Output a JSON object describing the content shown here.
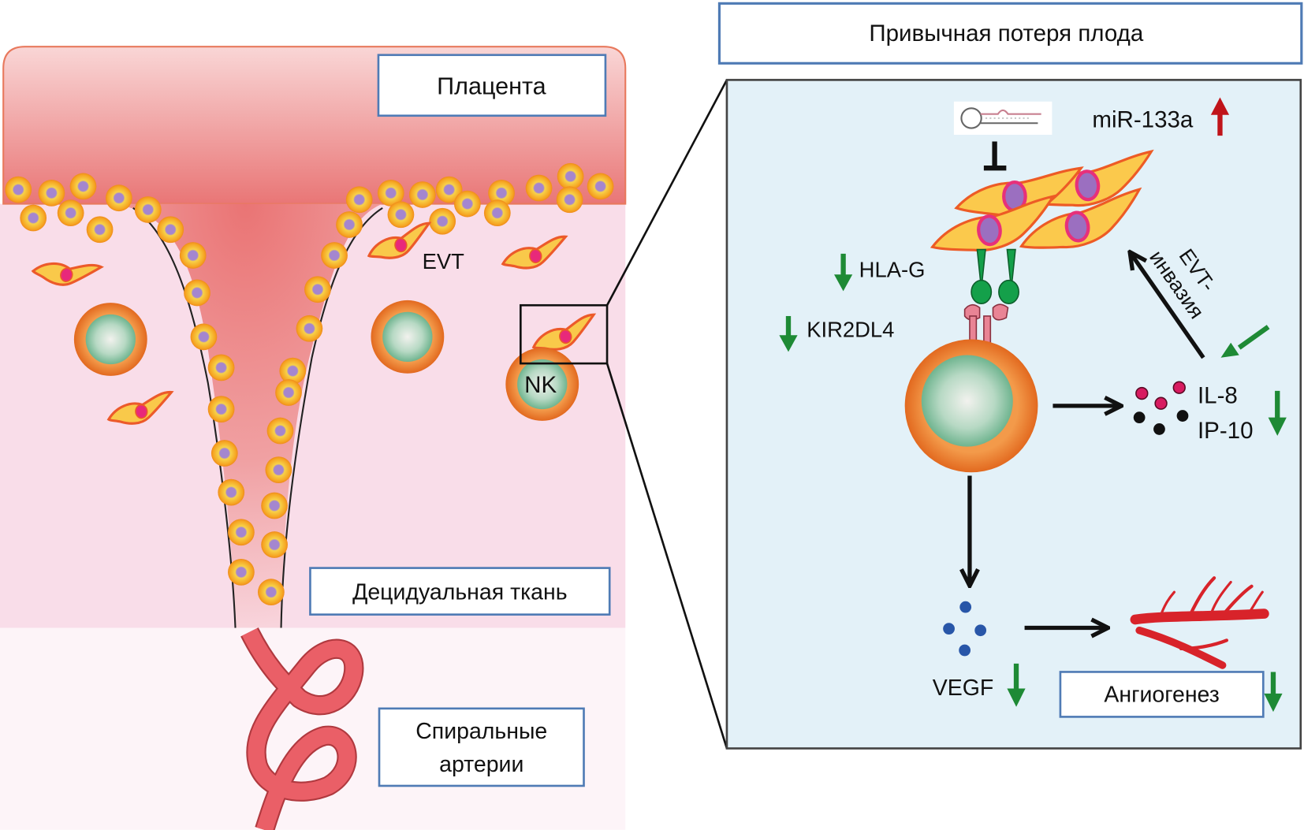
{
  "title": "Привычная потеря плода",
  "left_panel": {
    "placenta_label": "Плацента",
    "decidua_label": "Децидуальная ткань",
    "spiral_arteries_label": [
      "Спиральные",
      "артерии"
    ],
    "evt_label": "EVT",
    "nk_label": "NK"
  },
  "right_panel": {
    "mirna_label": "miR-133a",
    "mirna_trend": "up",
    "hla_g_label": "HLA-G",
    "hla_g_trend": "down",
    "kir_label": "KIR2DL4",
    "kir_trend": "down",
    "evt_invasion_label": [
      "EVT-",
      "инвазия"
    ],
    "evt_invasion_trend": "down",
    "cytokines_labels": [
      "IL-8",
      "IP-10"
    ],
    "cytokines_trend": "down",
    "vegf_label": "VEGF",
    "vegf_trend": "down",
    "angiogenesis_label": "Ангиогенез",
    "angiogenesis_trend": "down"
  },
  "colors": {
    "box_border": "#4f7bb5",
    "placenta": "#e98080",
    "decidua": "#f9dde9",
    "panel_bg": "#e3f1f8",
    "arrow_down": "#1e8a35",
    "arrow_up": "#c0141a",
    "artery": "#e8606a",
    "trophoblast": "#f6a623",
    "trophoblast_nucleus": "#9b7cc5",
    "nk_outer": "#ee8a3a",
    "nk_inner": "#8fc3a6",
    "hla_g": "#14a04a",
    "kir": "#e98495",
    "il8_dot": "#d81b60",
    "ip10_dot": "#111111",
    "vegf_dot": "#2856a8",
    "vessel": "#d8232a"
  }
}
